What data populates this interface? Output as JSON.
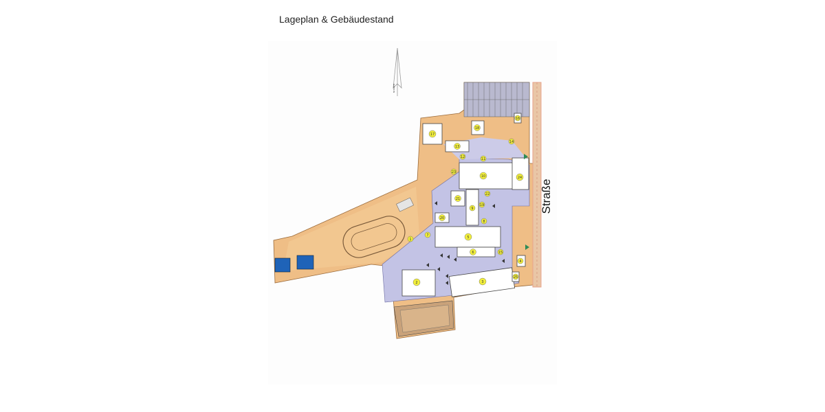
{
  "title": "Lageplan & Gebäudestand",
  "street_label": "Straße",
  "north_label": "NORDEN",
  "colors": {
    "terrain_orange": "#efbe86",
    "paved_lavender": "#c3c3e5",
    "building_fill": "#ffffff",
    "marker_yellow": "#f2ef3c",
    "water_blue": "#1f63b8",
    "road_line": "#e8a28a",
    "outline_dark": "#555555"
  },
  "buildings": [
    {
      "id": "17",
      "label": "17"
    },
    {
      "id": "18",
      "label": "18"
    },
    {
      "id": "16",
      "label": "16"
    },
    {
      "id": "13",
      "label": "13"
    },
    {
      "id": "14",
      "label": "14"
    },
    {
      "id": "12",
      "label": "12"
    },
    {
      "id": "11",
      "label": "11"
    },
    {
      "id": "10",
      "label": "10"
    },
    {
      "id": "24",
      "label": "24"
    },
    {
      "id": "23",
      "label": "23"
    },
    {
      "id": "22",
      "label": "22"
    },
    {
      "id": "21",
      "label": "21"
    },
    {
      "id": "20",
      "label": "20"
    },
    {
      "id": "19",
      "label": "19"
    },
    {
      "id": "9",
      "label": "9"
    },
    {
      "id": "8",
      "label": "8"
    },
    {
      "id": "7",
      "label": "7"
    },
    {
      "id": "5",
      "label": "5"
    },
    {
      "id": "6",
      "label": "6"
    },
    {
      "id": "15",
      "label": "15"
    },
    {
      "id": "4",
      "label": "4"
    },
    {
      "id": "2",
      "label": "2"
    },
    {
      "id": "3",
      "label": "3"
    },
    {
      "id": "25",
      "label": "25"
    },
    {
      "id": "1",
      "label": "1"
    }
  ]
}
